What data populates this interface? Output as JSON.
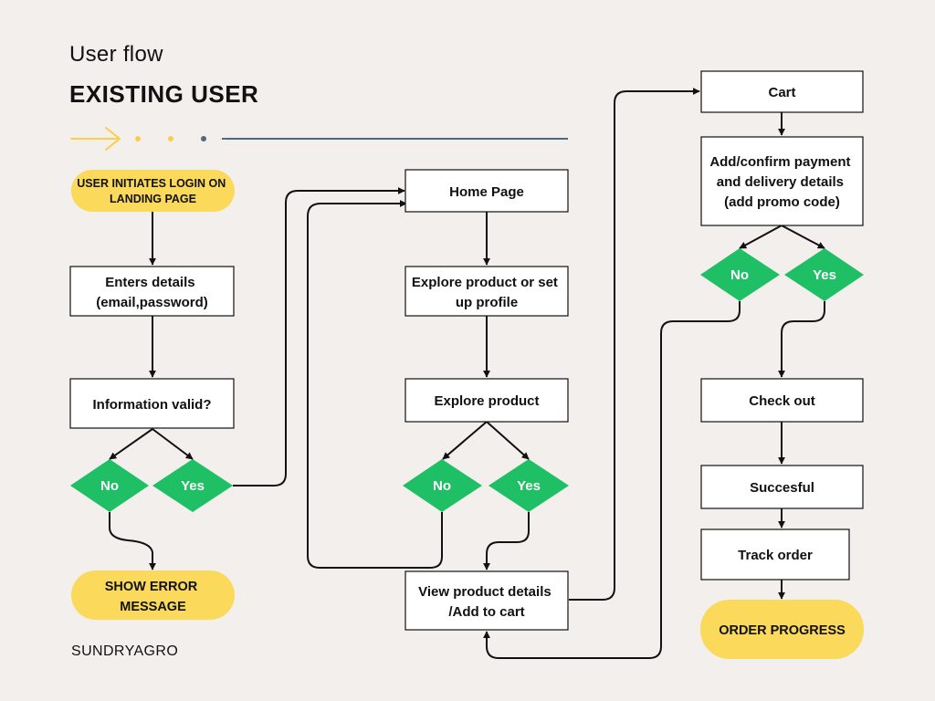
{
  "header": {
    "subtitle": "User flow",
    "title": "EXISTING USER"
  },
  "brand": "SUNDRYAGRO",
  "colors": {
    "background": "#f3efec",
    "pill": "#fad95b",
    "diamond": "#1fbf66",
    "line": "#111111",
    "rule": "#4f6a7e",
    "arrow_deco": "#f7cf4a"
  },
  "nodes": {
    "login": [
      "USER INITIATES LOGIN ON",
      "LANDING PAGE"
    ],
    "enter_details": [
      "Enters details",
      "(email,password)"
    ],
    "info_valid": [
      "Information valid?"
    ],
    "no_1": "No",
    "yes_1": "Yes",
    "show_error": [
      "SHOW ERROR",
      "MESSAGE"
    ],
    "home_page": [
      "Home Page"
    ],
    "explore_or_profile": [
      "Explore product or set",
      "up profile"
    ],
    "explore_product": [
      "Explore product"
    ],
    "no_2": "No",
    "yes_2": "Yes",
    "view_product": [
      "View product details",
      "/Add to cart"
    ],
    "cart": [
      "Cart"
    ],
    "payment": [
      "Add/confirm payment",
      "and delivery details",
      "(add promo code)"
    ],
    "no_3": "No",
    "yes_3": "Yes",
    "check_out": [
      "Check out"
    ],
    "successful": [
      "Succesful"
    ],
    "track_order": [
      "Track order"
    ],
    "order_progress": [
      "ORDER PROGRESS"
    ]
  }
}
